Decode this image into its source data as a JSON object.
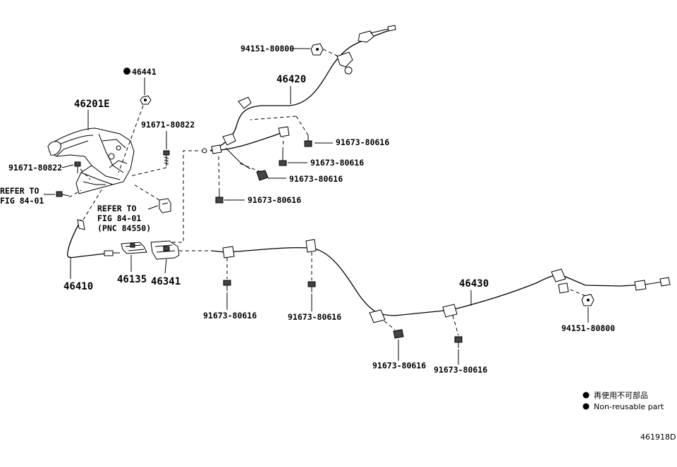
{
  "diagram": {
    "labels": {
      "p46441": "46441",
      "p46201e": "46201E",
      "p91671_80822_a": "91671-80822",
      "p91671_80822_b": "91671-80822",
      "ref_left_1": "REFER TO",
      "ref_left_2": "FIG 84-01",
      "ref_mid_1": "REFER TO",
      "ref_mid_2": "FIG 84-01",
      "ref_mid_3": "(PNC 84550)",
      "p46410": "46410",
      "p46135": "46135",
      "p46341": "46341",
      "p94151_80800_top": "94151-80800",
      "p46420": "46420",
      "p91673_80616_1": "91673-80616",
      "p91673_80616_2": "91673-80616",
      "p91673_80616_3": "91673-80616",
      "p91673_80616_4": "91673-80616",
      "p91673_80616_5": "91673-80616",
      "p91673_80616_6": "91673-80616",
      "p91673_80616_7": "91673-80616",
      "p91673_80616_8": "91673-80616",
      "p46430": "46430",
      "p94151_80800_right": "94151-80800"
    },
    "legend": {
      "jp": "再使用不可部品",
      "en": "Non-reusable part"
    },
    "illustration_id": "461918D"
  }
}
